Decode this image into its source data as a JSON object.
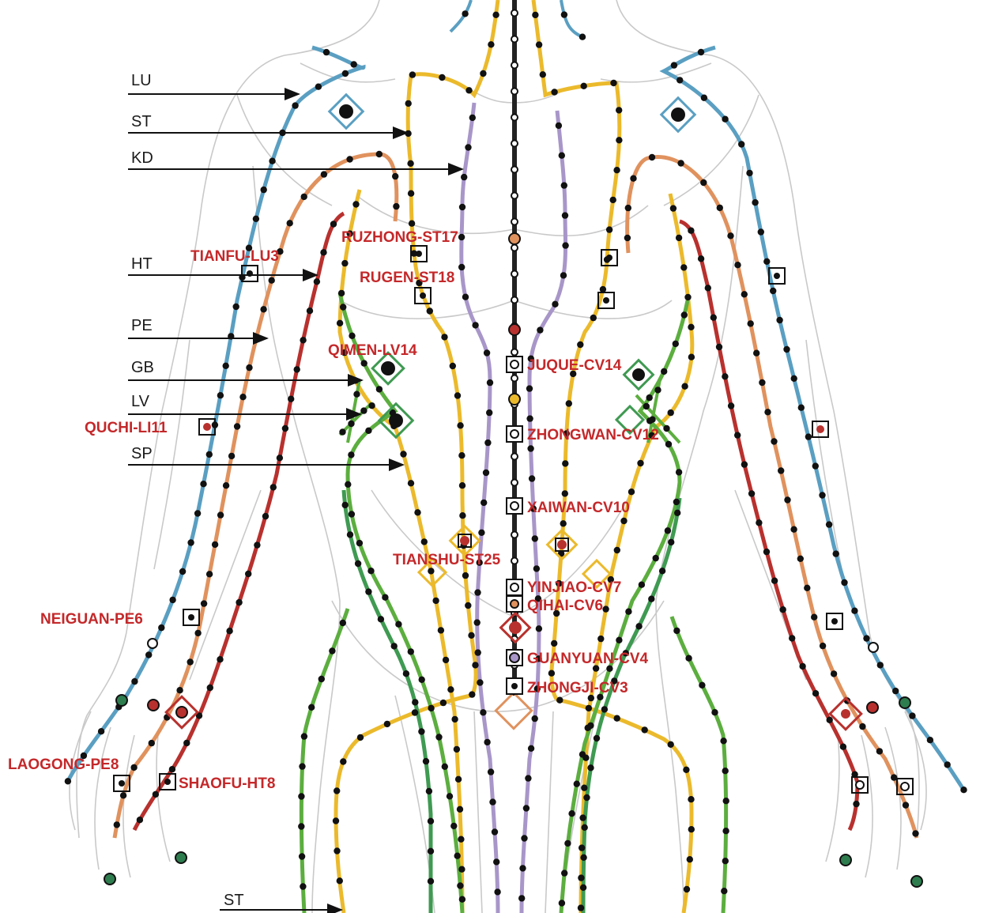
{
  "channel_labels": [
    "LU",
    "ST",
    "KD",
    "HT",
    "PE",
    "GB",
    "LV",
    "SP",
    "ST"
  ],
  "point_labels": {
    "ruzhong": "RUZHONG-ST17",
    "rugen": "RUGEN-ST18",
    "tianfu": "TIANFU-LU3",
    "qimen": "QIMEN-LV14",
    "juque": "JUQUE-CV14",
    "quchi": "QUCHI-LI11",
    "zhongwan": "ZHONGWAN-CV12",
    "xiawan": "XAIWAN-CV10",
    "tianshu": "TIANSHU-ST25",
    "yinjiao": "YINJIAO-CV7",
    "qihai": "QIHAI-CV6",
    "neiguan": "NEIGUAN-PE6",
    "guanyuan": "GUANYUAN-CV4",
    "zhongji": "ZHONGJI-CV3",
    "laogong": "LAOGONG-PE8",
    "shaofu": "SHAOFU-HT8"
  },
  "colors": {
    "lung": "#5a9fc2",
    "stomach": "#ebba2c",
    "kidney": "#a896c9",
    "heart": "#b8312e",
    "pericardium": "#e0925e",
    "gallbladder": "#5cae3f",
    "liver": "#3f9a52",
    "conception": "#222222",
    "label": "#c4282a",
    "outline": "#c9c9c9"
  }
}
